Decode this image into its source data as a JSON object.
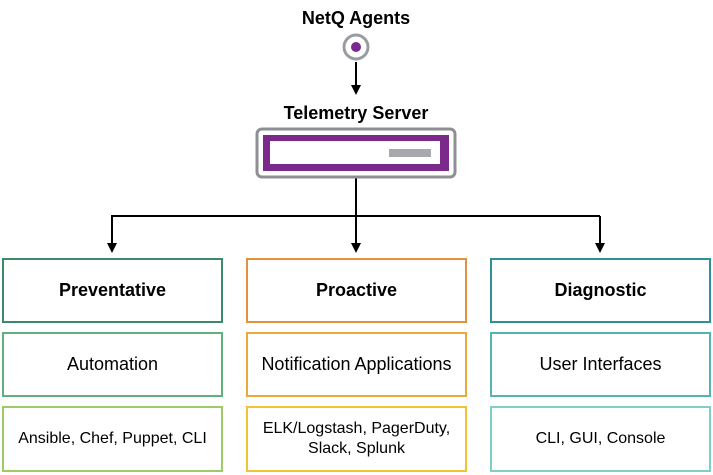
{
  "top": {
    "agents_label": "NetQ Agents",
    "server_label": "Telemetry Server"
  },
  "colors": {
    "server_frame": "#8e8f95",
    "server_body": "#7b2a8c",
    "server_slot": "#a7a9ae",
    "agent_dot": "#7b2a8c",
    "agent_ring": "#9a9ca2",
    "green_dark": "#3d8a6b",
    "green_light": "#9ccc65",
    "orange_dark": "#e3903f",
    "orange_light": "#f1c232",
    "teal_dark": "#2f9195",
    "teal_light": "#7fcfc9"
  },
  "columns": [
    {
      "title": "Preventative",
      "category": "Automation",
      "tools": "Ansible, Chef, Puppet, CLI"
    },
    {
      "title": "Proactive",
      "category": "Notification Applications",
      "tools": "ELK/Logstash, PagerDuty, Slack, Splunk"
    },
    {
      "title": "Diagnostic",
      "category": "User Interfaces",
      "tools": "CLI, GUI, Console"
    }
  ]
}
